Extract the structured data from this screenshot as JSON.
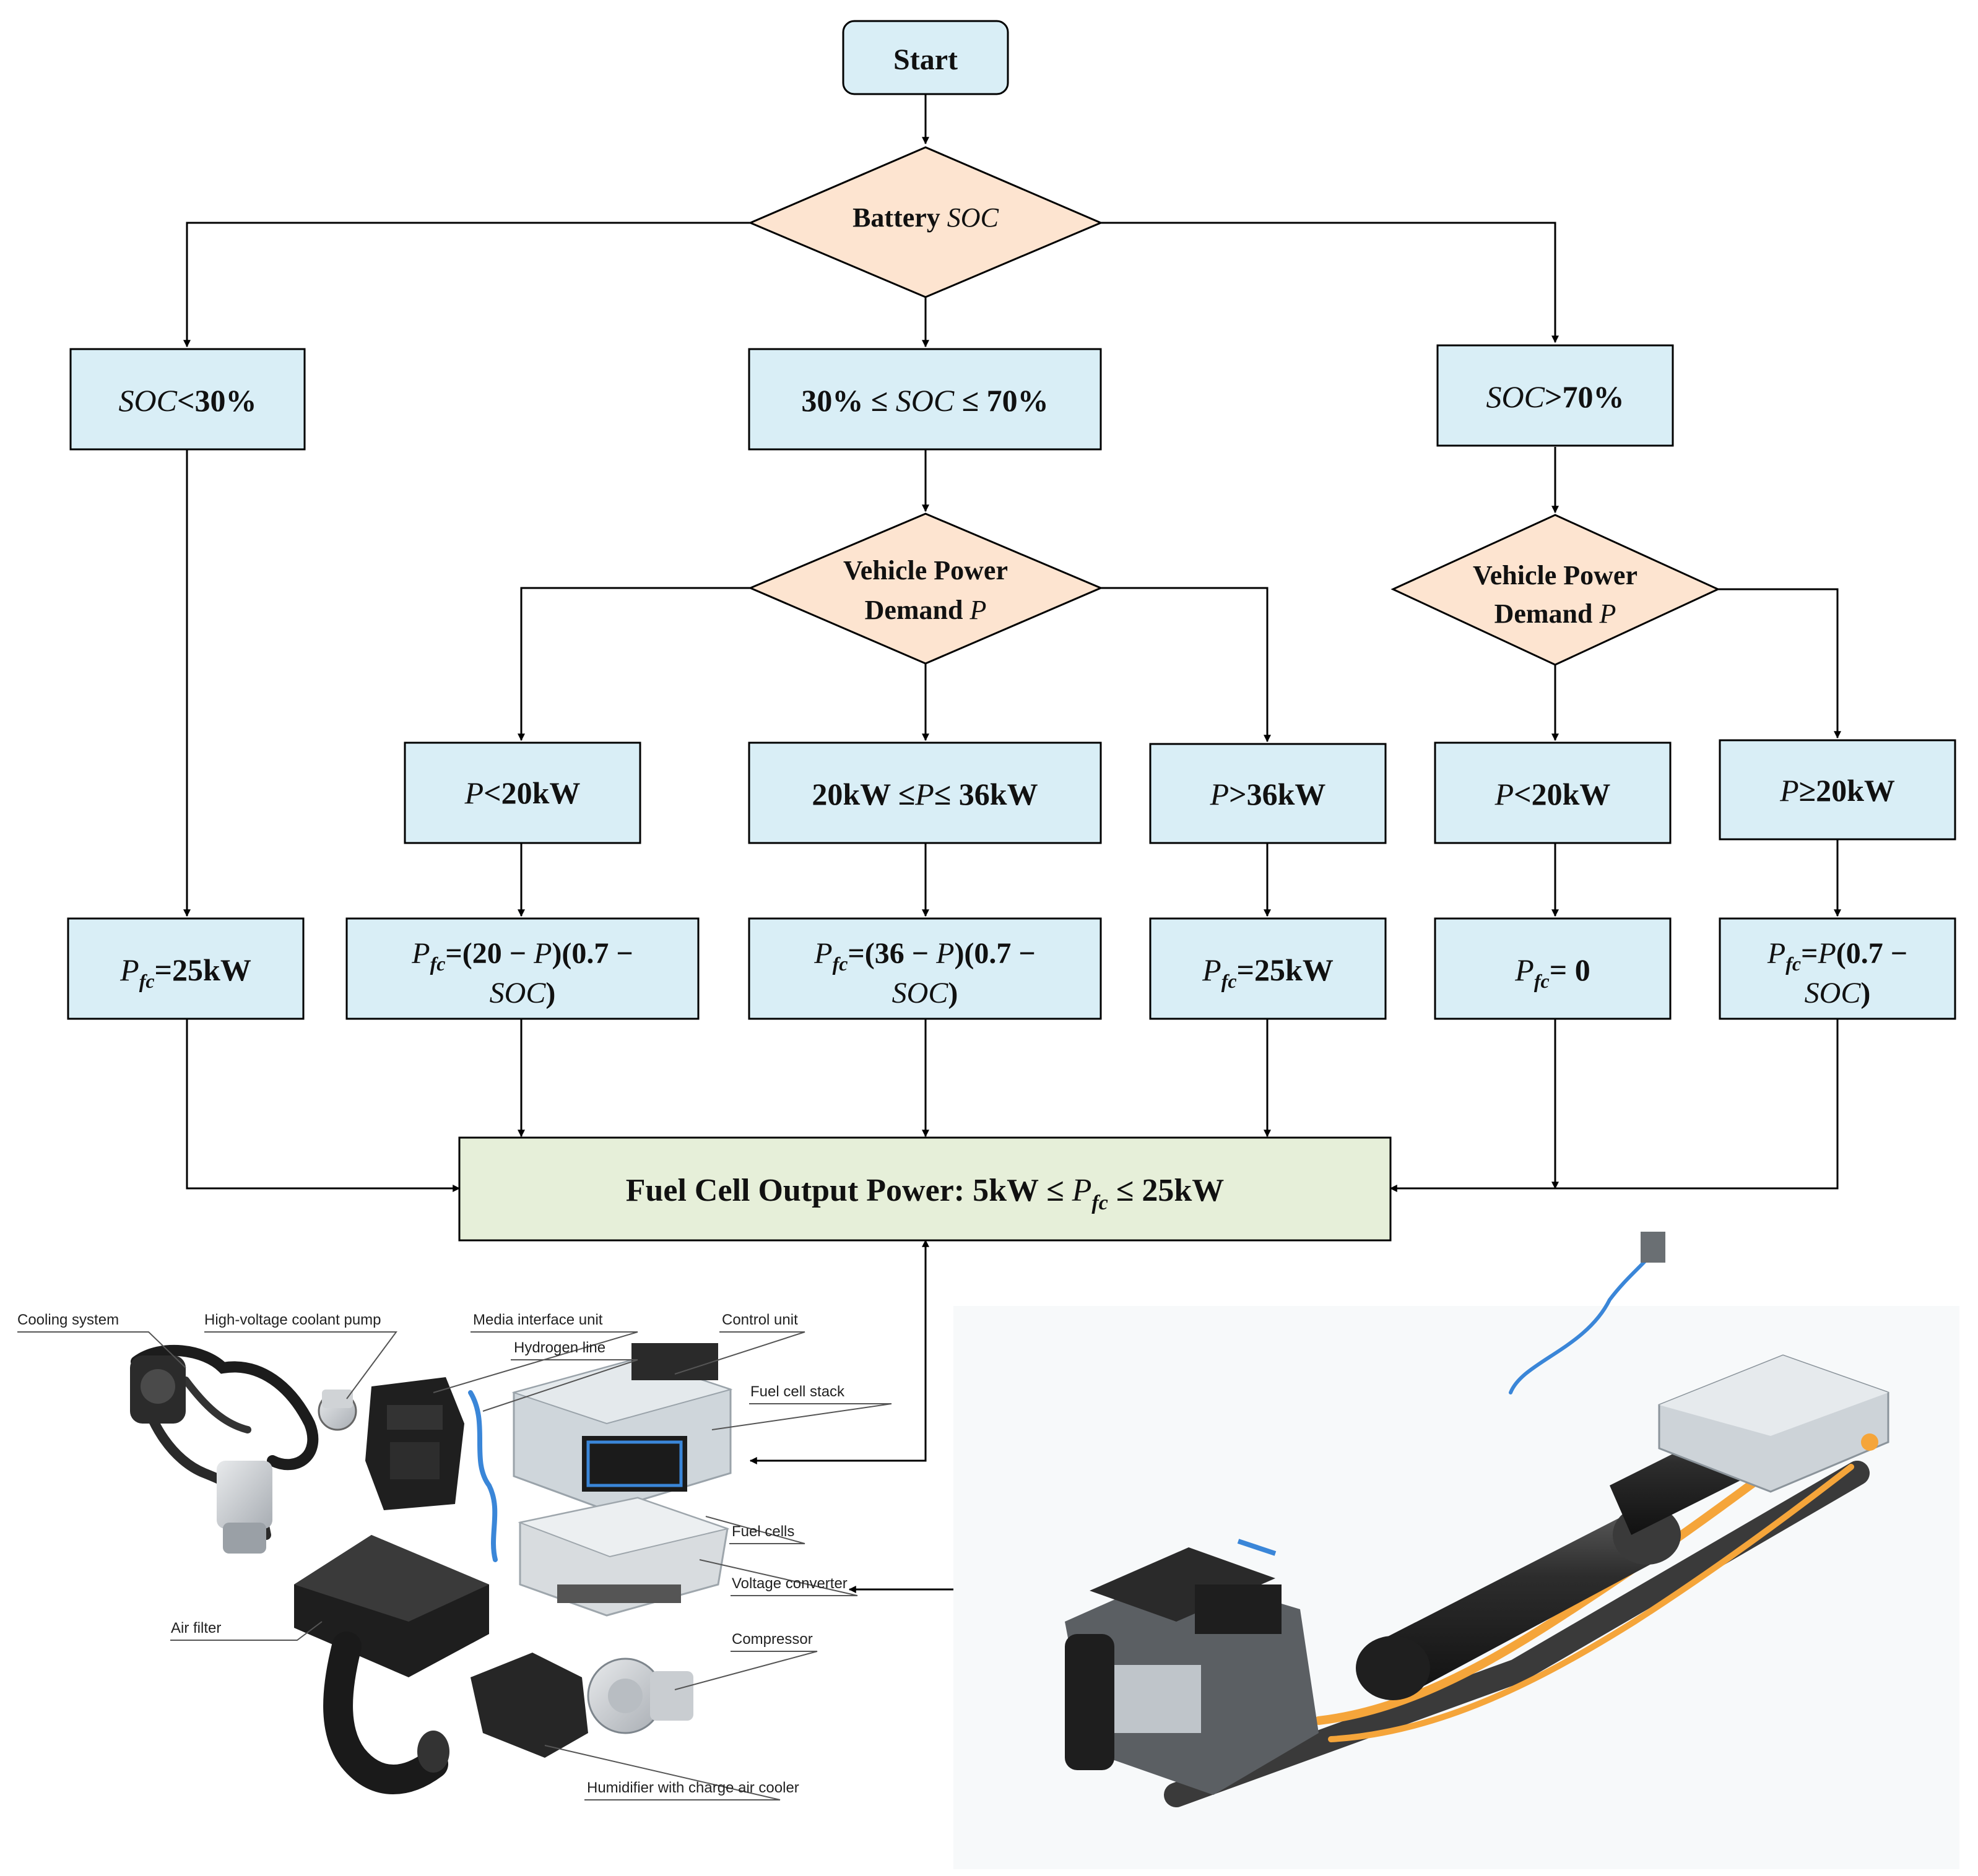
{
  "flow": {
    "start": "Start",
    "decision_soc": {
      "prefix": "Battery ",
      "var": "SOC"
    },
    "soc_low": {
      "var": "SOC",
      "rest": "<30%"
    },
    "soc_mid": {
      "pre": "30% ≤ ",
      "var": "SOC",
      "post": " ≤ 70%"
    },
    "soc_high": {
      "var": "SOC",
      "rest": ">70%"
    },
    "decision_power": {
      "line1": "Vehicle Power",
      "line2": "Demand ",
      "var": "P"
    },
    "p_lt20_mid": {
      "var": "P",
      "rest": "<20kW"
    },
    "p_range_mid": {
      "pre": "20kW ≤",
      "var": "P",
      "post": "≤ 36kW"
    },
    "p_gt36": {
      "var": "P",
      "rest": ">36kW"
    },
    "p_lt20_high": {
      "var": "P",
      "rest": "<20kW"
    },
    "p_ge20_high": {
      "var": "P",
      "rest": "≥20kW"
    },
    "out_low": {
      "var": "P",
      "sub": "fc",
      "rest": "=25kW"
    },
    "out_mid1": {
      "var": "P",
      "sub": "fc",
      "line1": "=(20 − ",
      "p": "P",
      "line1b": ")(0.7 −",
      "line2var": "SOC",
      "line2": ")"
    },
    "out_mid2": {
      "var": "P",
      "sub": "fc",
      "line1": "=(36 − ",
      "p": "P",
      "line1b": ")(0.7 −",
      "line2var": "SOC",
      "line2": ")"
    },
    "out_gt36": {
      "var": "P",
      "sub": "fc",
      "rest": "=25kW"
    },
    "out_high1": {
      "var": "P",
      "sub": "fc",
      "rest": "= 0"
    },
    "out_high2": {
      "var": "P",
      "sub": "fc",
      "line1": "=",
      "p": "P",
      "line1b": "(0.7 −",
      "line2var": "SOC",
      "line2": ")"
    },
    "final": {
      "pre": "Fuel Cell Output Power: 5kW ≤ ",
      "var": "P",
      "sub": "fc",
      "post": " ≤ 25kW"
    }
  },
  "components": {
    "cooling_system": "Cooling system",
    "coolant_pump": "High-voltage coolant pump",
    "media_interface": "Media interface unit",
    "hydrogen_line": "Hydrogen line",
    "control_unit": "Control unit",
    "fuel_cell_stack": "Fuel cell stack",
    "fuel_cells": "Fuel cells",
    "voltage_converter": "Voltage converter",
    "air_filter": "Air filter",
    "compressor": "Compressor",
    "humidifier": "Humidifier with charge air cooler"
  },
  "colors": {
    "box_fill": "#d9eef6",
    "diamond_fill": "#fde4d0",
    "final_fill": "#e6efd9",
    "line": "#000000",
    "orange_cable": "#f5a53a",
    "tank": "#2a2a2a",
    "blue_line": "#3a86d8"
  }
}
